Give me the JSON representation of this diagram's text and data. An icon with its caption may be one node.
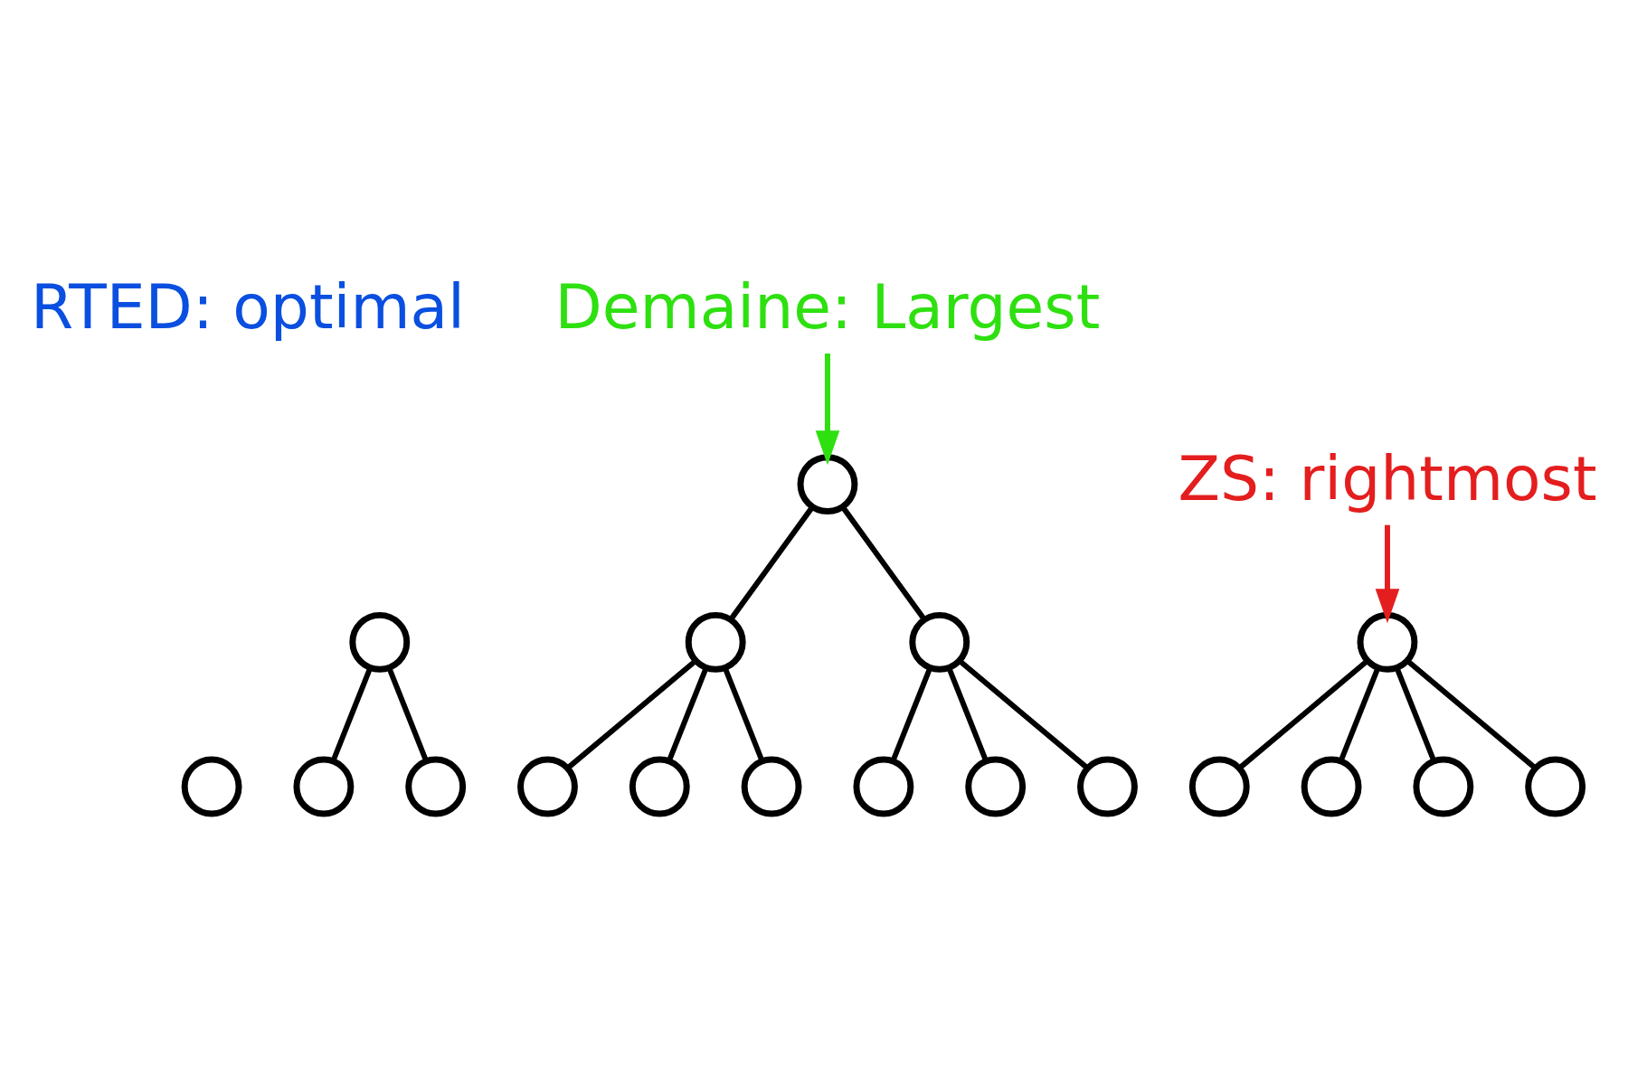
{
  "diagram": {
    "nodes": [
      {
        "text": [
          "Demaine: Largest"
        ]
      },
      {
        "text": [
          "ZS: rightmost"
        ]
      },
      {
        "text": [],
        "shape": "circle"
      },
      {
        "text": [],
        "shape": "circle"
      },
      {
        "text": [],
        "shape": "circle"
      },
      {
        "text": [],
        "shape": "circle"
      },
      {
        "text": [],
        "shape": "circle"
      },
      {
        "text": [],
        "shape": "circle"
      },
      {
        "text": [],
        "shape": "circle"
      },
      {
        "text": [],
        "shape": "circle"
      },
      {
        "text": [],
        "shape": "circle"
      },
      {
        "text": [],
        "shape": "circle"
      },
      {
        "text": [],
        "shape": "circle"
      },
      {
        "text": [],
        "shape": "circle"
      },
      {
        "text": [],
        "shape": "circle"
      },
      {
        "text": [],
        "shape": "circle"
      },
      {
        "text": [],
        "shape": "circle"
      },
      {
        "text": [],
        "shape": "circle"
      },
      {
        "text": [],
        "shape": "circle"
      },
      {
        "text": [],
        "shape": "circle"
      }
    ],
    "edges": [
      {
        "from": 0,
        "to": 6,
        "arrow": "to",
        "color": "#2ee010"
      },
      {
        "from": 1,
        "to": 15,
        "arrow": "to",
        "color": "#e41e1e"
      },
      {
        "from": 3,
        "to": 4,
        "arrow": "none"
      },
      {
        "from": 3,
        "to": 5,
        "arrow": "none"
      },
      {
        "from": 6,
        "to": 7,
        "arrow": "none"
      },
      {
        "from": 6,
        "to": 8,
        "arrow": "none"
      },
      {
        "from": 7,
        "to": 9,
        "arrow": "none"
      },
      {
        "from": 7,
        "to": 10,
        "arrow": "none"
      },
      {
        "from": 7,
        "to": 11,
        "arrow": "none"
      },
      {
        "from": 8,
        "to": 12,
        "arrow": "none"
      },
      {
        "from": 8,
        "to": 13,
        "arrow": "none"
      },
      {
        "from": 8,
        "to": 14,
        "arrow": "none"
      },
      {
        "from": 15,
        "to": 16,
        "arrow": "none"
      },
      {
        "from": 15,
        "to": 17,
        "arrow": "none"
      },
      {
        "from": 15,
        "to": 18,
        "arrow": "none"
      },
      {
        "from": 15,
        "to": 19,
        "arrow": "none"
      }
    ],
    "labels": [
      "RTED: optimal"
    ]
  }
}
